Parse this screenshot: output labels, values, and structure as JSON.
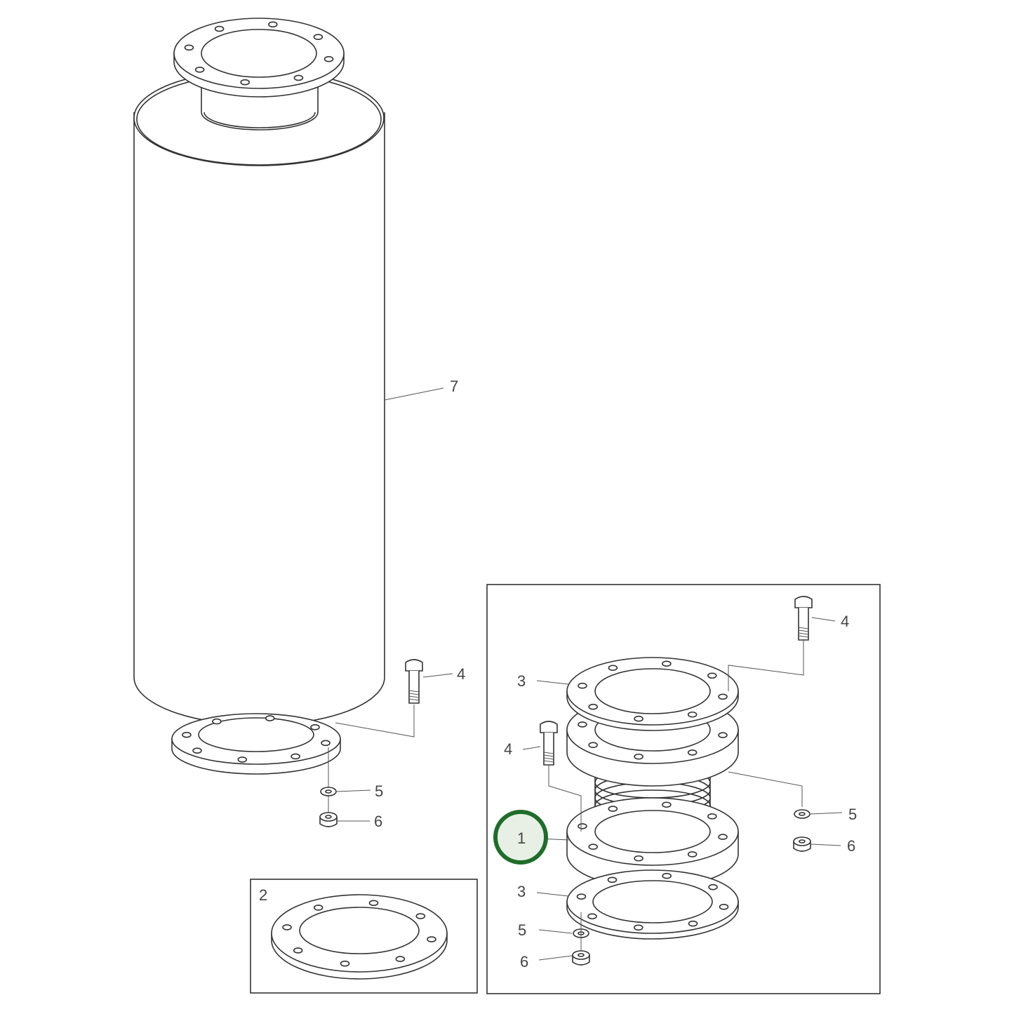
{
  "diagram": {
    "highlight_color": "#1e6e2a",
    "highlight_fill": "#e8f0e6",
    "highlighted_part": "1",
    "main_callouts": {
      "pipe": "7",
      "bolt": "4",
      "washer": "5",
      "nut": "6"
    },
    "inset_gasket": {
      "label": "2"
    },
    "inset_joint": {
      "bolt_top": "4",
      "gasket_top": "3",
      "bolt_left": "4",
      "washer_right": "5",
      "nut_right": "6",
      "joint": "1",
      "gasket_bottom": "3",
      "washer_bottom": "5",
      "nut_bottom": "6"
    }
  }
}
